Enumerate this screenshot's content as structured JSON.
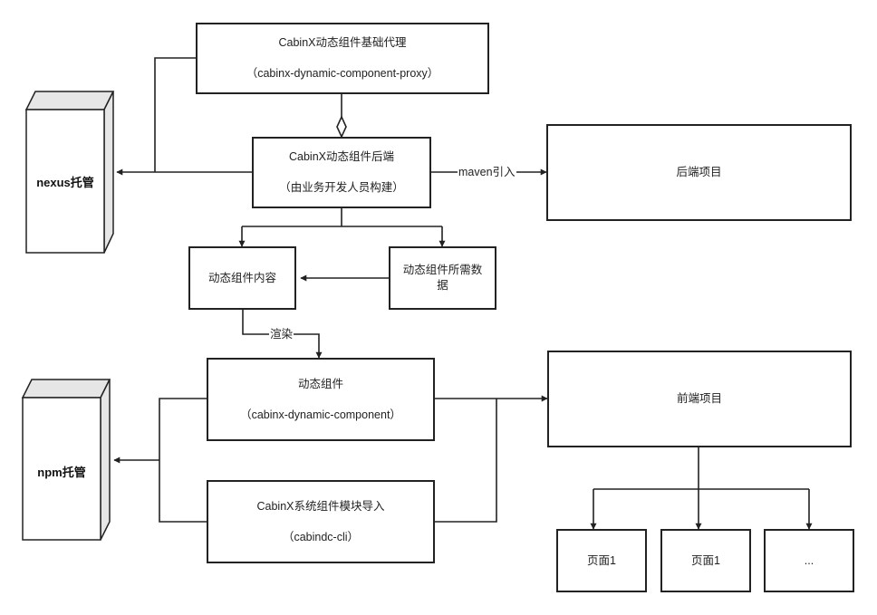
{
  "nodes": {
    "proxy": {
      "line1": "CabinX动态组件基础代理",
      "line2": "（cabinx-dynamic-component-proxy）"
    },
    "backend_component": {
      "line1": "CabinX动态组件后端",
      "line2": "（由业务开发人员构建）"
    },
    "backend_project": {
      "text": "后端项目"
    },
    "nexus": {
      "text": "nexus托管"
    },
    "content": {
      "text": "动态组件内容"
    },
    "data_needed": {
      "text": "动态组件所需数\n据"
    },
    "dynamic_component": {
      "line1": "动态组件",
      "line2": "（cabinx-dynamic-component）"
    },
    "npm": {
      "text": "npm托管"
    },
    "system_import": {
      "line1": "CabinX系统组件模块导入",
      "line2": "（cabindc-cli）"
    },
    "frontend_project": {
      "text": "前端项目"
    },
    "page_a": {
      "text": "页面1"
    },
    "page_b": {
      "text": "页面1"
    },
    "page_more": {
      "text": "..."
    }
  },
  "edges": {
    "maven": "maven引入",
    "render": "渲染"
  },
  "colors": {
    "line": "#222222",
    "cylinder_side": "#e6e6e6",
    "box_fill": "#ffffff"
  }
}
